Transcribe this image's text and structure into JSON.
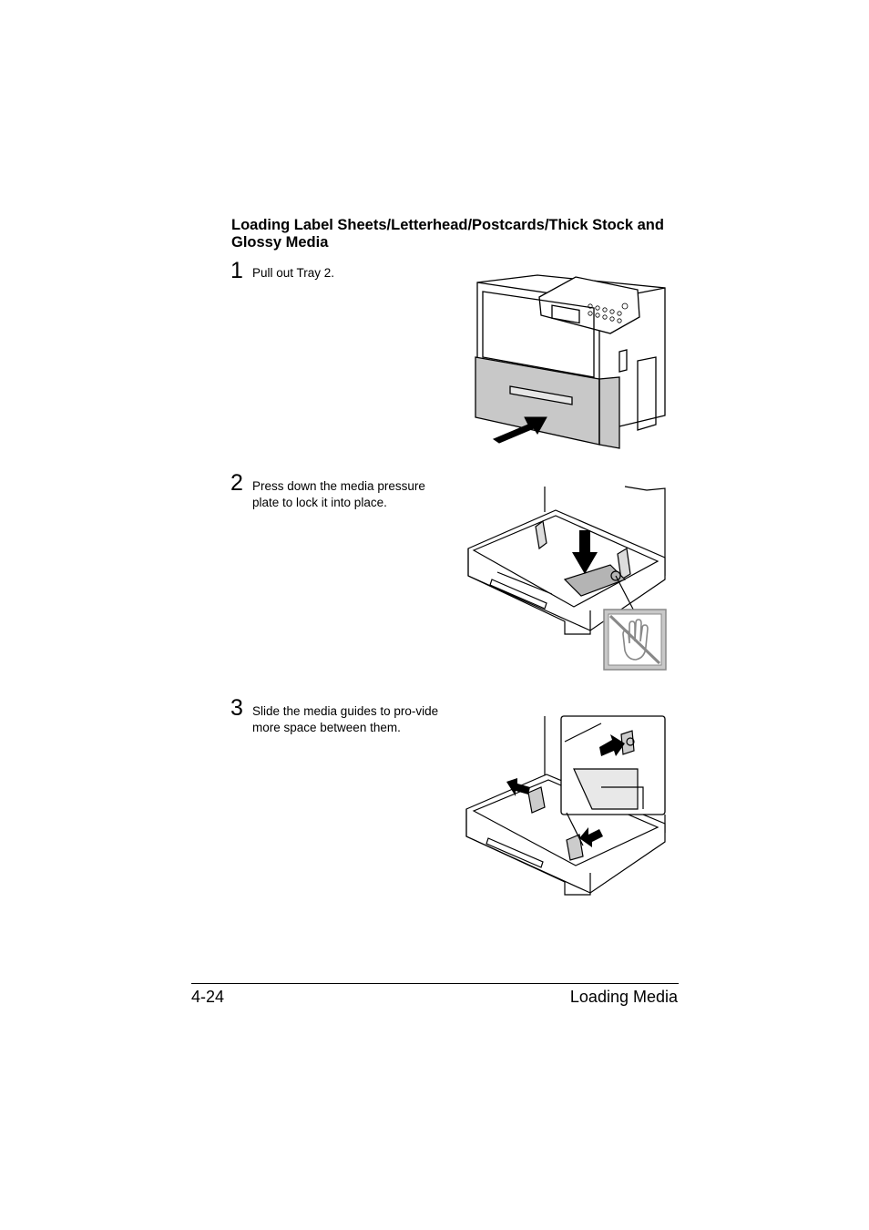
{
  "section": {
    "title": "Loading Label Sheets/Letterhead/Postcards/Thick Stock and Glossy Media"
  },
  "steps": [
    {
      "number": "1",
      "text": "Pull out Tray 2."
    },
    {
      "number": "2",
      "text": "Press down the media pressure plate to lock it into place."
    },
    {
      "number": "3",
      "text": "Slide the media guides to pro-vide more space between them."
    }
  ],
  "footer": {
    "page_number": "4-24",
    "chapter": "Loading Media"
  },
  "icons": [
    "printer-tray-illustration",
    "pressure-plate-illustration",
    "no-touch-icon",
    "media-guides-illustration"
  ]
}
